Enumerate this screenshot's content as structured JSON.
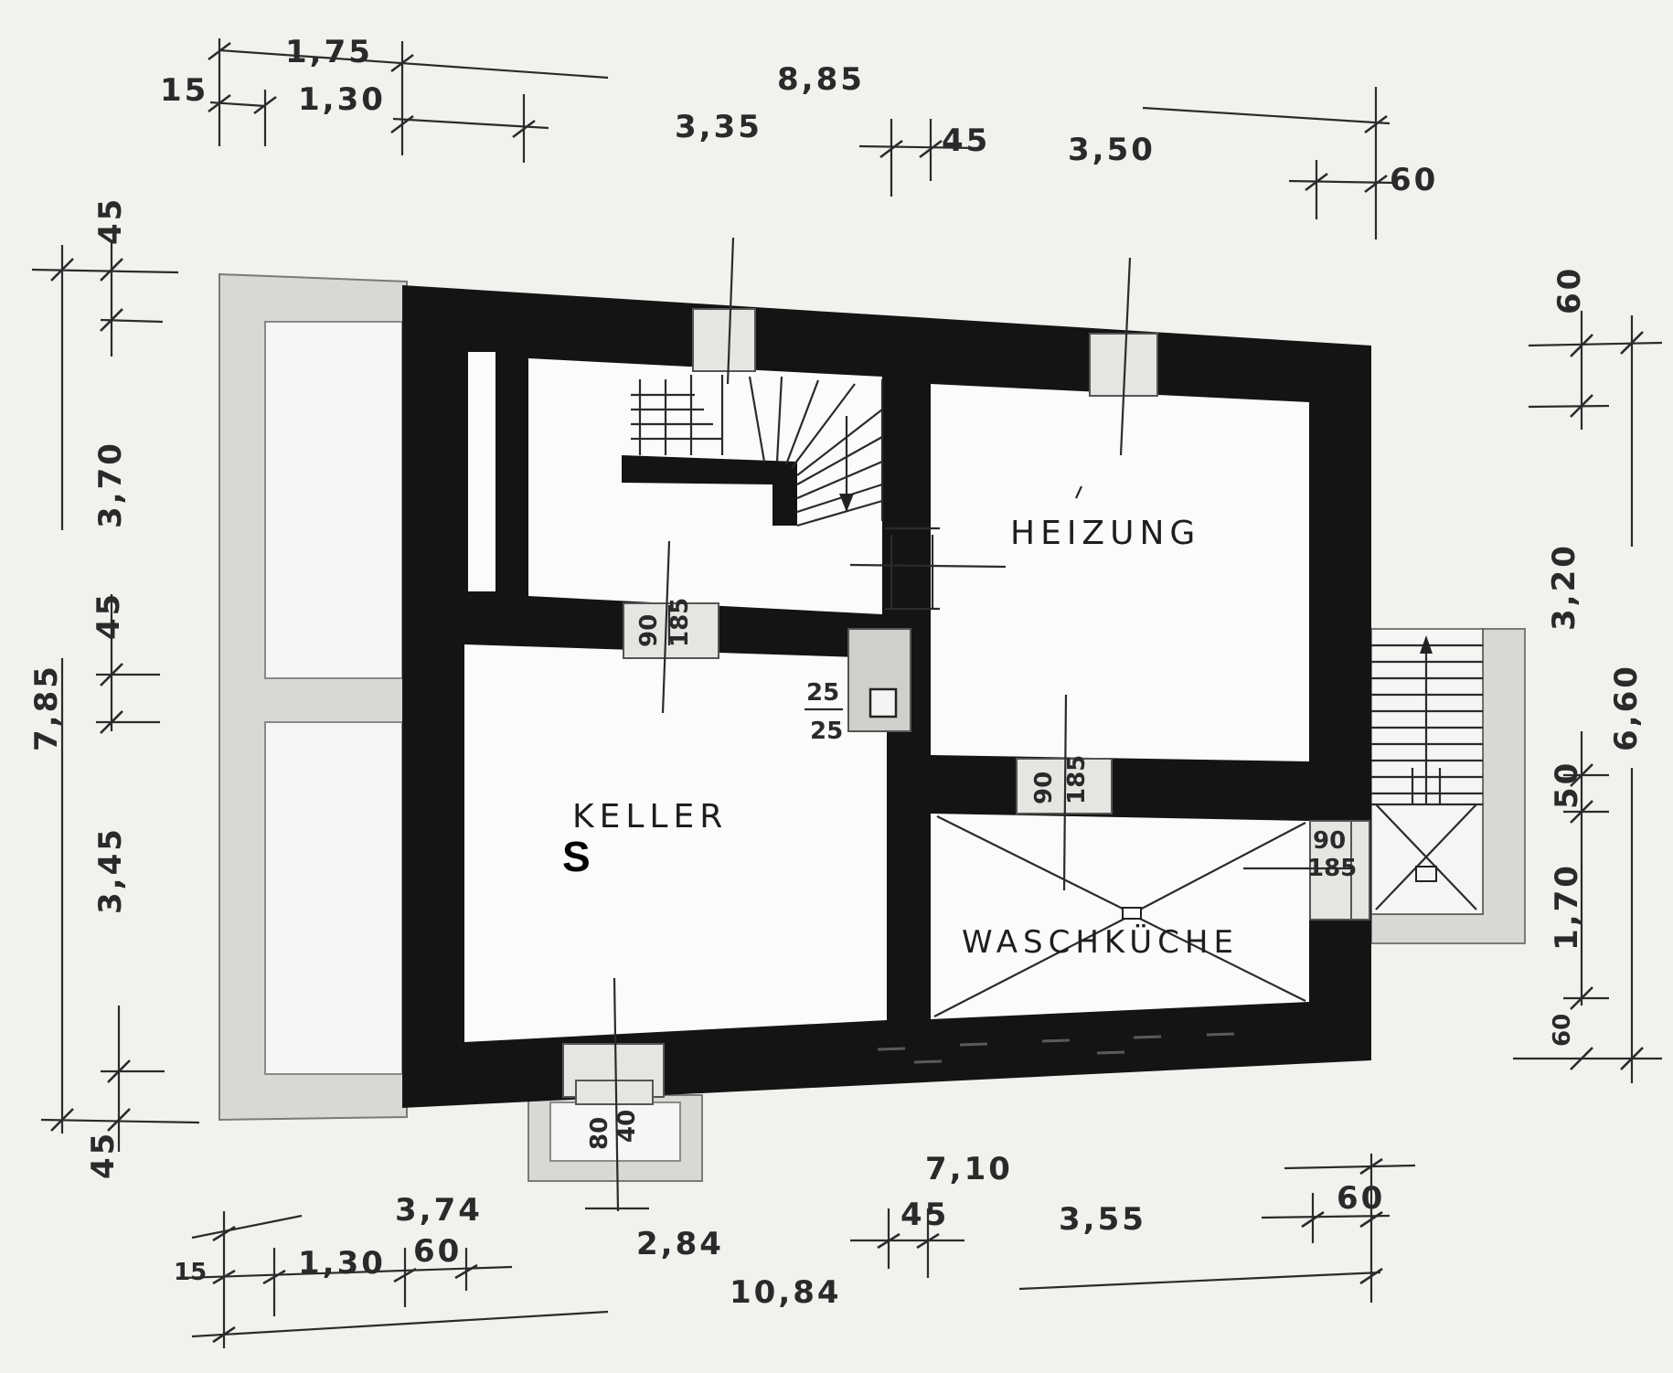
{
  "rooms": {
    "keller": "KELLER",
    "heizung": "HEIZUNG",
    "waschkueche": "WASCHKÜCHE",
    "marker": "S"
  },
  "openings": {
    "door_upper_w": "90",
    "door_upper_h": "185",
    "door_mid_w": "90",
    "door_mid_h": "185",
    "door_right_w": "90",
    "door_right_h": "185",
    "window_bottom_w": "80",
    "window_bottom_h": "40",
    "shaft_a": "25",
    "shaft_b": "25"
  },
  "dims_top": {
    "d175": "1,75",
    "d15": "15",
    "d130": "1,30",
    "total": "8,85",
    "d335": "3,35",
    "d45": "45",
    "d350": "3,50",
    "d60": "60"
  },
  "dims_left": {
    "d45_top": "45",
    "d370": "3,70",
    "total": "7,85",
    "d45_mid": "45",
    "d345": "3,45",
    "d45_bot": "45"
  },
  "dims_right": {
    "d60_top": "60",
    "d320": "3,20",
    "d660": "6,60",
    "d50": "50",
    "d170": "1,70",
    "d60_bot": "60"
  },
  "dims_bottom": {
    "d374": "3,74",
    "d710": "7,10",
    "d45": "45",
    "d355": "3,55",
    "d60_r": "60",
    "d15": "15",
    "d130": "1,30",
    "d60_l": "60",
    "d284": "2,84",
    "total": "10,84"
  }
}
